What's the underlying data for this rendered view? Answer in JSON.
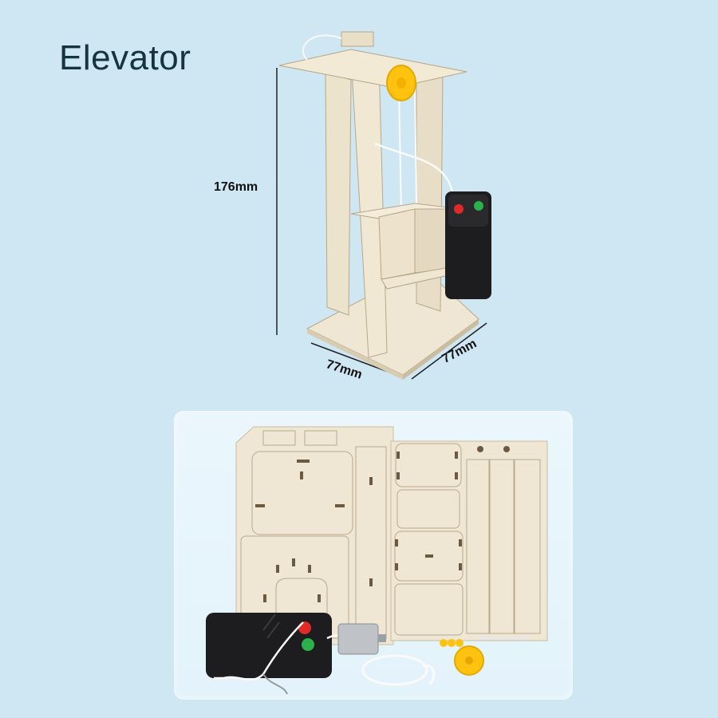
{
  "product": {
    "title": "Elevator"
  },
  "dimensions": {
    "height": "176mm",
    "width": "77mm",
    "depth": "77mm"
  },
  "colors": {
    "background": "#cfe6f3",
    "wood": "#efe6d3",
    "gear": "#ffc20e",
    "battery_box": "#1d1d1f",
    "button_red": "#e02a2a",
    "button_green": "#2bb24c"
  }
}
